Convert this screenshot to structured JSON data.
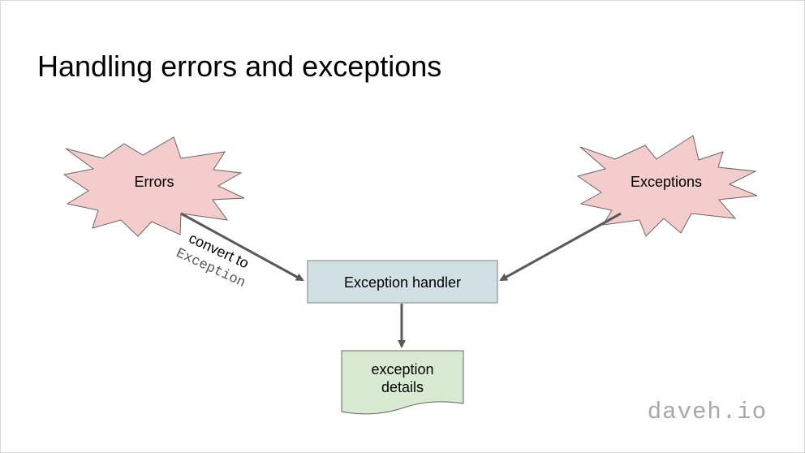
{
  "slide": {
    "title": "Handling errors and exceptions",
    "brand": "daveh.io"
  },
  "diagram": {
    "nodes": {
      "errors": {
        "label": "Errors",
        "shape": "starburst",
        "fill": "#f4cccc"
      },
      "exceptions": {
        "label": "Exceptions",
        "shape": "starburst",
        "fill": "#f4cccc"
      },
      "handler": {
        "label": "Exception handler",
        "shape": "rectangle",
        "fill": "#d0e0e3"
      },
      "details": {
        "line1": "exception",
        "line2": "details",
        "shape": "document",
        "fill": "#d9ead3"
      }
    },
    "edges": {
      "errors_to_handler": {
        "label_line1": "convert to",
        "label_line2": "Exception"
      },
      "exceptions_to_handler": {},
      "handler_to_details": {}
    },
    "colors": {
      "stroke": "#666666",
      "arrow": "#595959"
    }
  }
}
